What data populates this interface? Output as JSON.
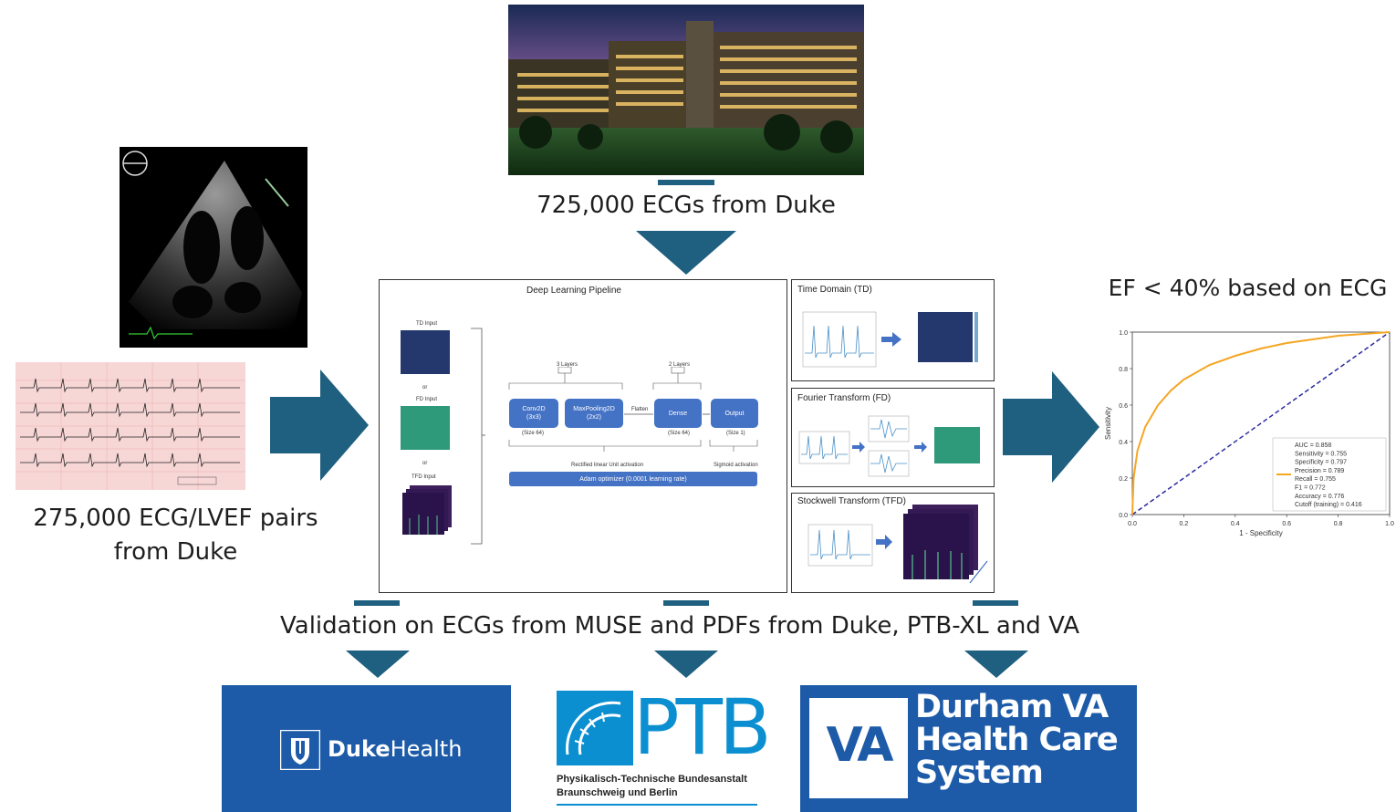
{
  "top": {
    "caption": "725,000 ECGs from Duke"
  },
  "left": {
    "caption_line1": "275,000 ECG/LVEF pairs",
    "caption_line2": "from Duke"
  },
  "pipeline": {
    "title": "Deep Learning Pipeline",
    "td_input": "TD Input",
    "or1": "or",
    "fd_input": "FD Input",
    "or2": "or",
    "tfd_input": "TFD Input",
    "conv": "Conv2D\n(3x3)",
    "conv_size": "(Size 64)",
    "maxpool": "MaxPooling2D\n(2x2)",
    "flatten": "Flatten",
    "dense": "Dense",
    "dense_size": "(Size 64)",
    "output": "Output",
    "output_size": "(Size 1)",
    "layers_left": "3 Layers",
    "layers_right": "2 Layers",
    "relu": "Rectified linear Unit activation",
    "sigmoid": "Sigmoid activation",
    "optimizer": "Adam optimizer (0.0001 learning rate)"
  },
  "transforms": {
    "td_title": "Time Domain (TD)",
    "fd_title": "Fourier Transform (FD)",
    "tfd_title": "Stockwell Transform (TFD)"
  },
  "roc": {
    "title": "EF < 40% based on ECG",
    "xlabel": "1 - Specificity",
    "ylabel": "Sensitivity",
    "yticks": [
      "1.0",
      "0.8",
      "0.6",
      "0.4",
      "0.2",
      "0.0"
    ],
    "xticks": [
      "0.0",
      "0.2",
      "0.4",
      "0.6",
      "0.8",
      "1.0"
    ],
    "legend": [
      "AUC = 0.858",
      "Sensitivity = 0.755",
      "Specificity = 0.797",
      "Precision = 0.789",
      "Recall = 0.755",
      "F1 = 0.772",
      "Accuracy = 0.776",
      "Cutoff (training) = 0.416"
    ],
    "curve_color": "#f5a623",
    "diag_color": "#2b2b9e"
  },
  "chart_data": {
    "type": "line",
    "title": "EF < 40% based on ECG",
    "xlabel": "1 - Specificity",
    "ylabel": "Sensitivity",
    "xlim": [
      0,
      1
    ],
    "ylim": [
      0,
      1
    ],
    "series": [
      {
        "x": [
          0,
          0.005,
          0.02,
          0.05,
          0.1,
          0.15,
          0.2,
          0.3,
          0.4,
          0.5,
          0.6,
          0.7,
          0.8,
          0.9,
          1.0
        ],
        "values": [
          0,
          0.2,
          0.35,
          0.48,
          0.6,
          0.68,
          0.74,
          0.82,
          0.87,
          0.91,
          0.94,
          0.96,
          0.98,
          0.99,
          1.0
        ]
      },
      {
        "x": [
          0,
          1
        ],
        "values": [
          0,
          1
        ]
      }
    ]
  },
  "validation": {
    "caption": "Validation on ECGs from MUSE and PDFs from Duke, PTB-XL and VA"
  },
  "logos": {
    "duke_bold": "Duke",
    "duke_light": "Health",
    "ptb_letters": "PTB",
    "ptb_line1": "Physikalisch-Technische Bundesanstalt",
    "ptb_line2": "Braunschweig und Berlin",
    "va_mark": "VA",
    "va_line1": "Durham VA",
    "va_line2": "Health Care",
    "va_line3": "System",
    "brand_blue": "#1d5ba8",
    "ptb_blue": "#0b8fd0"
  }
}
